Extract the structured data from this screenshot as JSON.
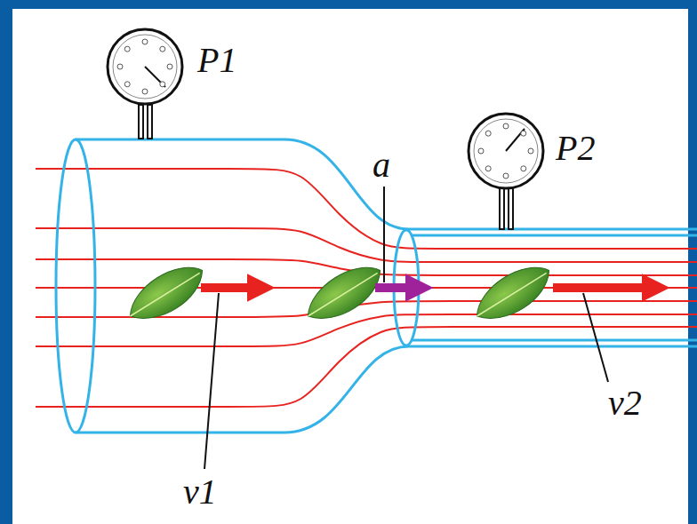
{
  "diagram": {
    "labels": [
      "P1",
      "a",
      "P2",
      "v1",
      "v2"
    ]
  }
}
